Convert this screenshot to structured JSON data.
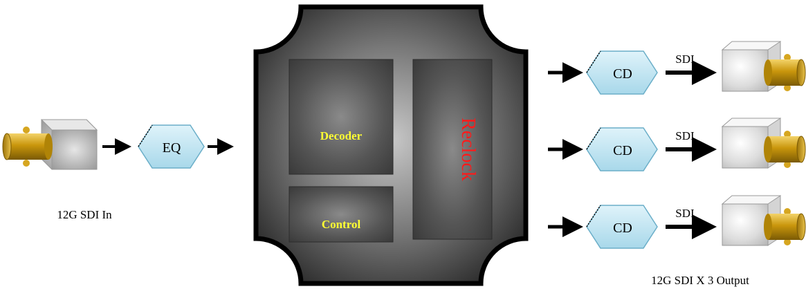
{
  "input": {
    "caption": "12G SDI In",
    "eq_label": "EQ"
  },
  "chip": {
    "decoder_label": "Decoder",
    "control_label": "Control",
    "reclock_label": "Reclock"
  },
  "outputs": {
    "caption": "12G SDI X 3 Output",
    "channels": [
      {
        "driver_label": "CD",
        "signal_label": "SDI"
      },
      {
        "driver_label": "CD",
        "signal_label": "SDI"
      },
      {
        "driver_label": "CD",
        "signal_label": "SDI"
      }
    ]
  },
  "colors": {
    "chip_dark": "#3a3a3a",
    "chip_light": "#bdbdbd",
    "hex_fill": "#bfe6f2",
    "connector_gold": "#c9960c",
    "decoder_text": "#ffff33",
    "reclock_text": "#ff1a1a"
  }
}
